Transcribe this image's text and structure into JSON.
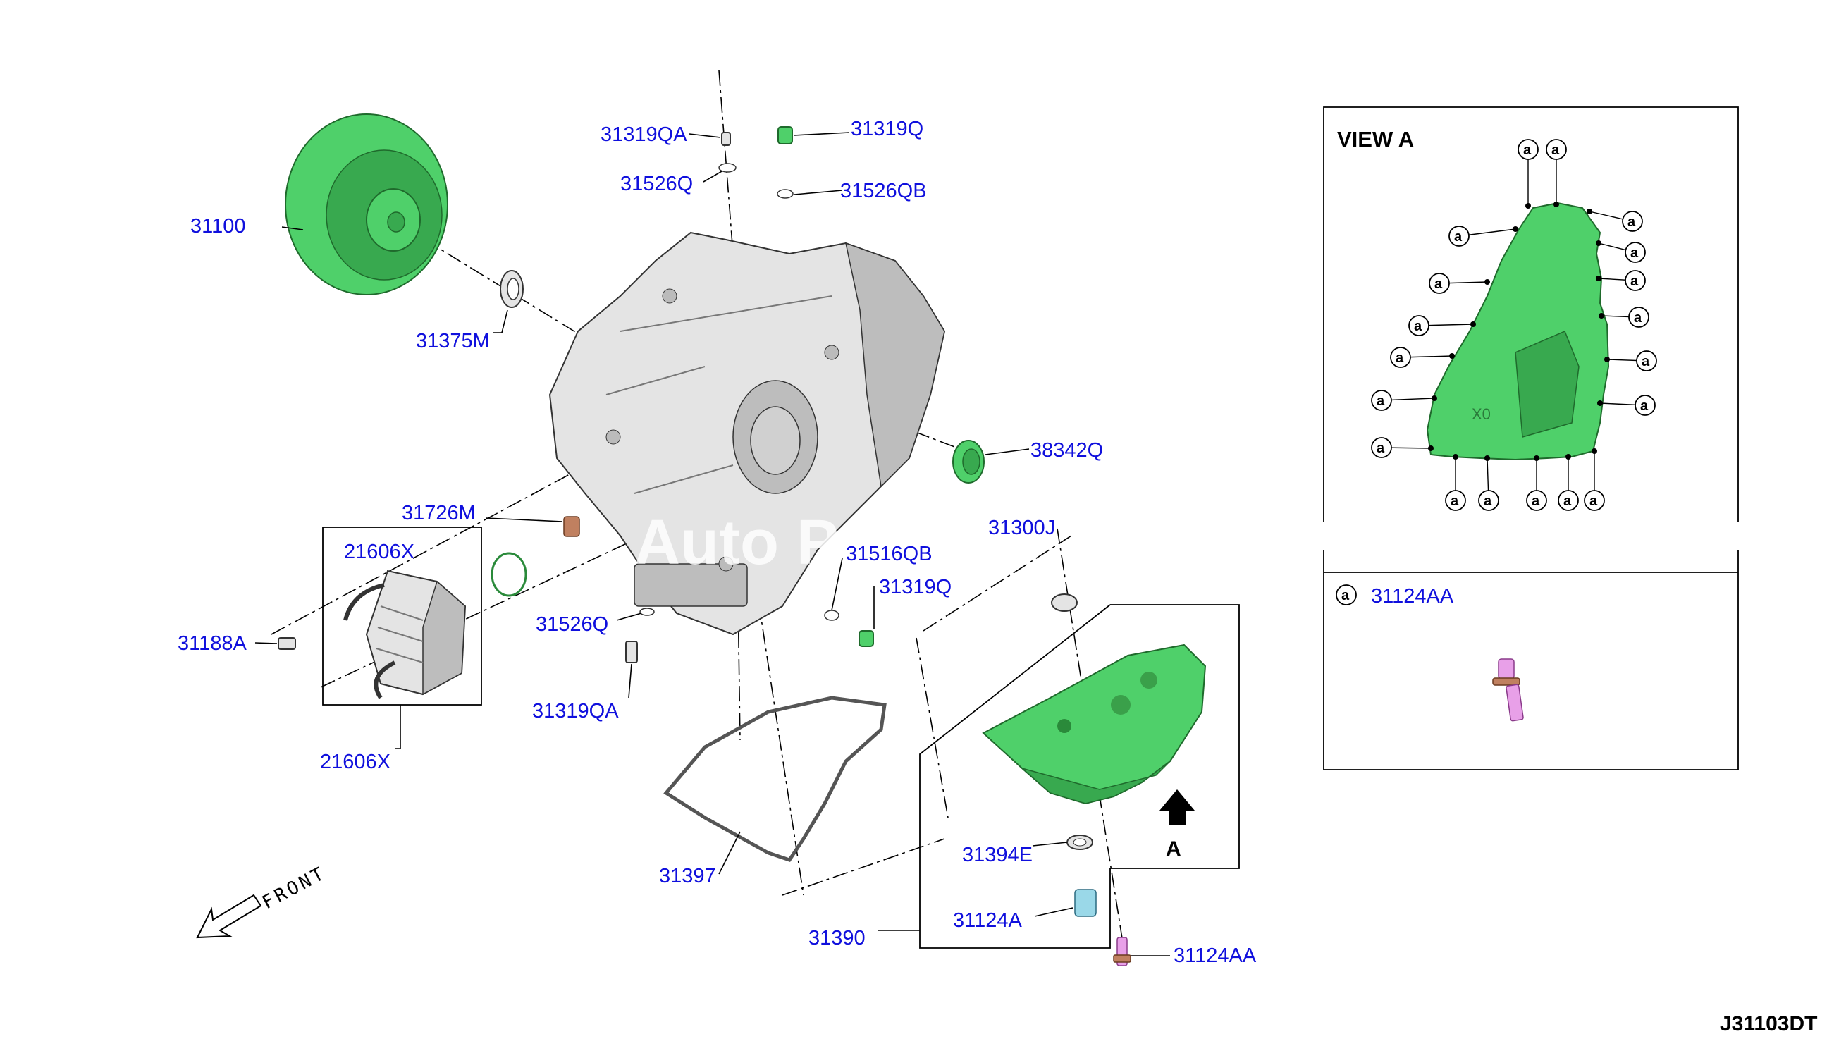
{
  "diagram_code": "J31103DT",
  "watermark": "Auto P",
  "front_label": "FRONT",
  "view": {
    "title": "VIEW A",
    "callout_symbol": "a",
    "legend_part": "31124AA",
    "arrow_label": "A"
  },
  "parts": {
    "p31100": "31100",
    "p31375M": "31375M",
    "p31319QA_top": "31319QA",
    "p31319Q_top": "31319Q",
    "p31526Q_top": "31526Q",
    "p31526QB": "31526QB",
    "p38342Q": "38342Q",
    "p31726M": "31726M",
    "p21606_partial": "21606X",
    "p31300J": "31300J",
    "p31516QB": "31516QB",
    "p31319Q_mid": "31319Q",
    "p31526Q_mid": "31526Q",
    "p31188A": "31188A",
    "p31319QA_bottom": "31319QA",
    "p21606X": "21606X",
    "p31397": "31397",
    "p31394E": "31394E",
    "p31124A": "31124A",
    "p31390": "31390",
    "p31124AA": "31124AA"
  },
  "colors": {
    "part_label": "#1010dd",
    "highlight_part": "#4fd06a",
    "housing": "#e4e4e4"
  }
}
